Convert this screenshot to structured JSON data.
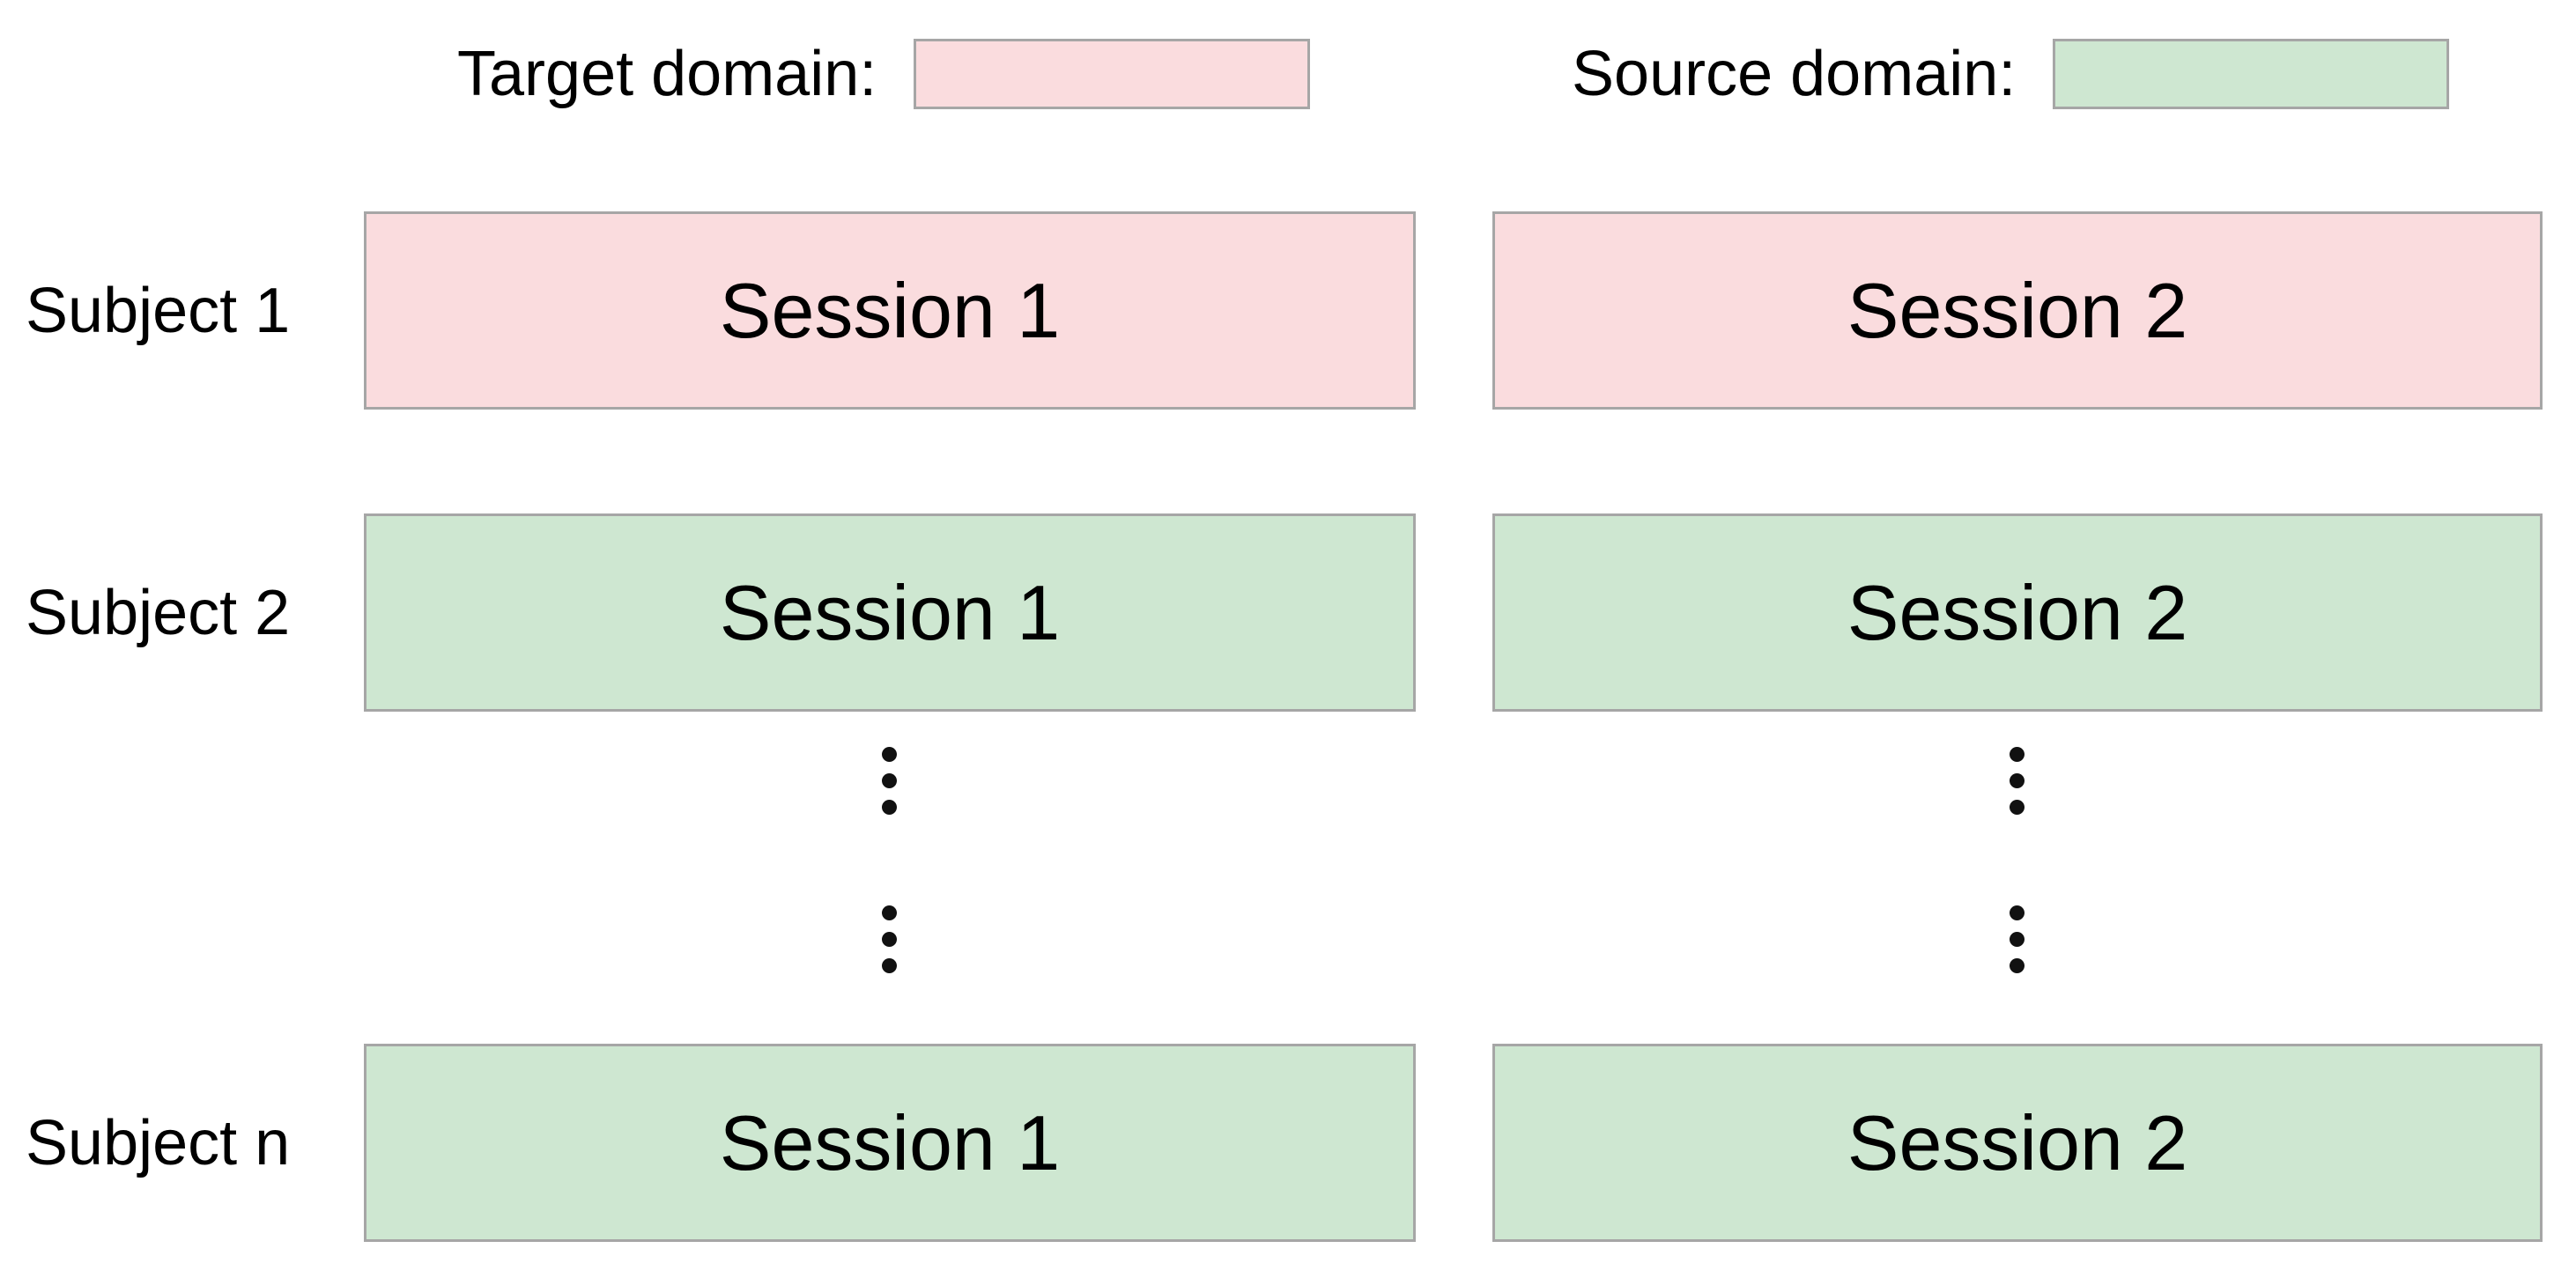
{
  "figure": {
    "legend": {
      "target": {
        "label": "Target domain:",
        "swatch_color": "#fadcde"
      },
      "source": {
        "label": "Source domain:",
        "swatch_color": "#cee7d1"
      }
    },
    "rows": [
      {
        "subject": "Subject 1",
        "domain": "target",
        "sessions": [
          "Session 1",
          "Session 2"
        ]
      },
      {
        "subject": "Subject 2",
        "domain": "source",
        "sessions": [
          "Session 1",
          "Session 2"
        ]
      },
      {
        "subject": "Subject n",
        "domain": "source",
        "sessions": [
          "Session 1",
          "Session 2"
        ]
      }
    ],
    "continuation": {
      "symbol": "vertical-ellipsis",
      "dots_per_group": 3,
      "groups_per_column": 2,
      "columns": 2
    }
  },
  "colors": {
    "target_fill": "#fadcde",
    "source_fill": "#cee7d1",
    "box_border": "#a6a6a6",
    "text": "#000000",
    "dot": "#111111",
    "background": "#ffffff"
  }
}
